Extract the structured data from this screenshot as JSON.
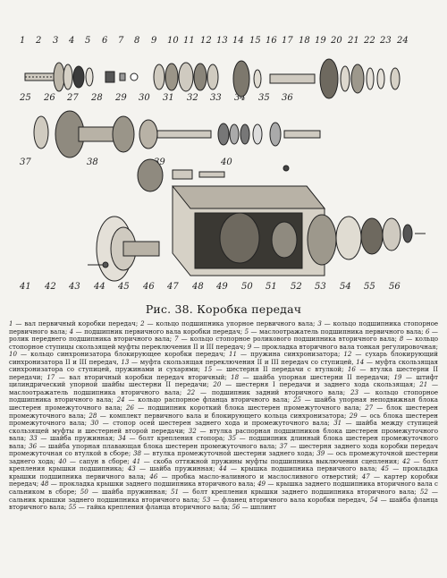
{
  "figure": {
    "top_labels": [
      "1",
      "2",
      "3",
      "4",
      "5",
      "6",
      "7",
      "8",
      "9",
      "10",
      "11",
      "12",
      "13",
      "14",
      "15",
      "16",
      "17",
      "18",
      "19",
      "20",
      "21",
      "22",
      "23",
      "24"
    ],
    "mid_labels": [
      "25",
      "26",
      "27",
      "28",
      "29",
      "30",
      "31",
      "32",
      "33",
      "34",
      "35",
      "36"
    ],
    "part_labels": [
      "37",
      "38",
      "39",
      "40"
    ],
    "bottom_labels": [
      "41",
      "42",
      "43",
      "44",
      "45",
      "46",
      "47",
      "48",
      "49",
      "50",
      "51",
      "52",
      "53",
      "54",
      "55",
      "56"
    ]
  },
  "caption": "Рис. 38. Коробка передач",
  "legend": [
    {
      "n": "1",
      "text": "вал первичный коробки передач;"
    },
    {
      "n": "2",
      "text": "кольцо подшипника упорное первичного вала;"
    },
    {
      "n": "3",
      "text": "кольцо подшипника стопорное первичного вала;"
    },
    {
      "n": "4",
      "text": "подшипник первичного вала коробки передач;"
    },
    {
      "n": "5",
      "text": "маслоотражатель подшипника первичного вала;"
    },
    {
      "n": "6",
      "text": "ролик переднего подшипника вторичного вала;"
    },
    {
      "n": "7",
      "text": "кольцо стопорное роликового подшипника вторичного вала;"
    },
    {
      "n": "8",
      "text": "кольцо стопорное ступицы скользящей муфты переключения II и III передач;"
    },
    {
      "n": "9",
      "text": "прокладка вторичного вала тонкая регулировочная;"
    },
    {
      "n": "10",
      "text": "кольцо синхронизатора блокирующее коробки передач;"
    },
    {
      "n": "11",
      "text": "пружина синхронизатора;"
    },
    {
      "n": "12",
      "text": "сухарь блокирующий синхронизатора II и III передач,"
    },
    {
      "n": "13",
      "text": "муфта скользящая переключения II и III передач со ступицей,"
    },
    {
      "n": "14",
      "text": "муфта скользящая синхронизатора со ступицей, пружинами и сухарями;"
    },
    {
      "n": "15",
      "text": "шестерня II передачи с втулкой;"
    },
    {
      "n": "16",
      "text": "втулка шестерни II передачи;"
    },
    {
      "n": "17",
      "text": "вал вторичный коробки передач вторичный;"
    },
    {
      "n": "18",
      "text": "шайба упорная шестерни II передачи;"
    },
    {
      "n": "19",
      "text": "штифт цилиндрический упорной шайбы шестерни II передачи;"
    },
    {
      "n": "20",
      "text": "шестерня I передачи и заднего хода скользящая;"
    },
    {
      "n": "21",
      "text": "маслоотражатель подшипника вторичного вала;"
    },
    {
      "n": "22",
      "text": "подшипник задний вторичного вала;"
    },
    {
      "n": "23",
      "text": "кольцо стопорное подшипника вторичного вала;"
    },
    {
      "n": "24",
      "text": "кольцо распорное фланца вторичного вала;"
    },
    {
      "n": "25",
      "text": "шайба упорная неподвижная блока шестерен промежуточного вала;"
    },
    {
      "n": "26",
      "text": "подшипник короткий блока шестерен промежуточного вала;"
    },
    {
      "n": "27",
      "text": "блок шестерен промежуточного вала;"
    },
    {
      "n": "28",
      "text": "комплект первичного вала и блокирующего кольца синхронизатора;"
    },
    {
      "n": "29",
      "text": "ось блока шестерен промежуточного вала;"
    },
    {
      "n": "30",
      "text": "стопор осей шестерен заднего хода и промежуточного вала;"
    },
    {
      "n": "31",
      "text": "шайба между ступицей скользящей муфты и шестерней второй передачи;"
    },
    {
      "n": "32",
      "text": "втулка распорная подшипников блока шестерен промежуточного вала;"
    },
    {
      "n": "33",
      "text": "шайба пружинная;"
    },
    {
      "n": "34",
      "text": "болт крепления стопора;"
    },
    {
      "n": "35",
      "text": "подшипник длинный блока шестерен промежуточного вала;"
    },
    {
      "n": "36",
      "text": "шайба упорная плавающая блока шестерен промежуточного вала;"
    },
    {
      "n": "37",
      "text": "шестерня заднего хода коробки передач промежуточная со втулкой в сборе;"
    },
    {
      "n": "38",
      "text": "втулка промежуточной шестерни заднего хода;"
    },
    {
      "n": "39",
      "text": "ось промежуточной шестерни заднего хода;"
    },
    {
      "n": "40",
      "text": "сапун в сборе;"
    },
    {
      "n": "41",
      "text": "скоба оттяжной пружины муфты подшипника выключения сцепления;"
    },
    {
      "n": "42",
      "text": "болт крепления крышки подшипника;"
    },
    {
      "n": "43",
      "text": "шайба пружинная;"
    },
    {
      "n": "44",
      "text": "крышка подшипника первичного вала;"
    },
    {
      "n": "45",
      "text": "прокладка крышки подшипника первичного вала;"
    },
    {
      "n": "46",
      "text": "пробка масло-наливного и маслосливного отверстий;"
    },
    {
      "n": "47",
      "text": "картер коробки передач;"
    },
    {
      "n": "48",
      "text": "прокладка крышки заднего подшипника вторичного вала;"
    },
    {
      "n": "49",
      "text": "крышка заднего подшипника вторичного вала с сальником в сборе;"
    },
    {
      "n": "50",
      "text": "шайба пружинная;"
    },
    {
      "n": "51",
      "text": "болт крепления крышки заднего подшипника вторичного вала;"
    },
    {
      "n": "52",
      "text": "сальник крышки заднего подшипника вторичного вала;"
    },
    {
      "n": "53",
      "text": "фланец вторичного вала коробки передач,"
    },
    {
      "n": "54",
      "text": "шайба фланца вторичного вала;"
    },
    {
      "n": "55",
      "text": "гайка крепления фланца вторичного вала;"
    },
    {
      "n": "56",
      "text": "шплинт"
    }
  ]
}
